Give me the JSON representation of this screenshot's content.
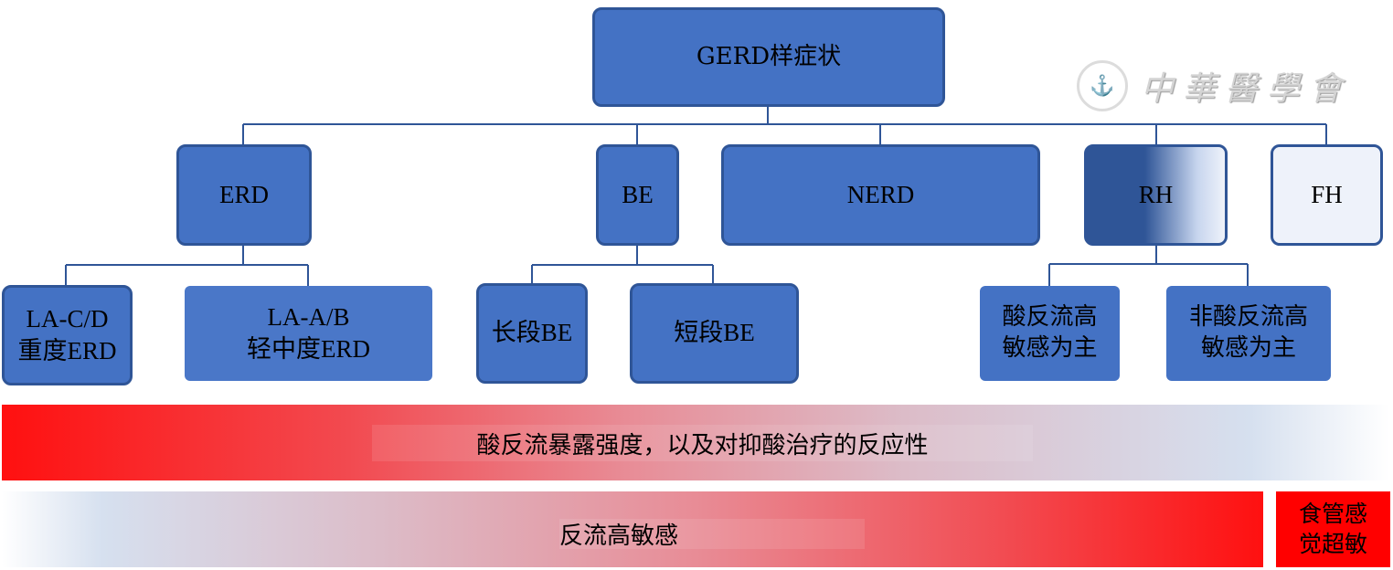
{
  "watermark": {
    "text": "中華醫學會",
    "seal_glyph": "⚓"
  },
  "root": {
    "label": "GERD样症状"
  },
  "level2": {
    "erd": "ERD",
    "be": "BE",
    "nerd": "NERD",
    "rh": "RH",
    "fh": "FH"
  },
  "erd_children": {
    "severe_line1": "LA-C/D",
    "severe_line2": "重度ERD",
    "mild_line1": "LA-A/B",
    "mild_line2": "轻中度ERD"
  },
  "be_children": {
    "long": "长段BE",
    "short": "短段BE"
  },
  "rh_children": {
    "acid_line1": "酸反流高",
    "acid_line2": "敏感为主",
    "nonacid_line1": "非酸反流高",
    "nonacid_line2": "敏感为主"
  },
  "bars": {
    "acid_exposure": "酸反流暴露强度，以及对抑酸治疗的反应性",
    "reflux_hypersensitivity": "反流高敏感",
    "esophageal_line1": "食管感",
    "esophageal_line2": "觉超敏"
  },
  "colors": {
    "box": "#4472c4",
    "border": "#2f5597",
    "red": "#ff0000",
    "pale_blue": "#d6e0ef"
  }
}
